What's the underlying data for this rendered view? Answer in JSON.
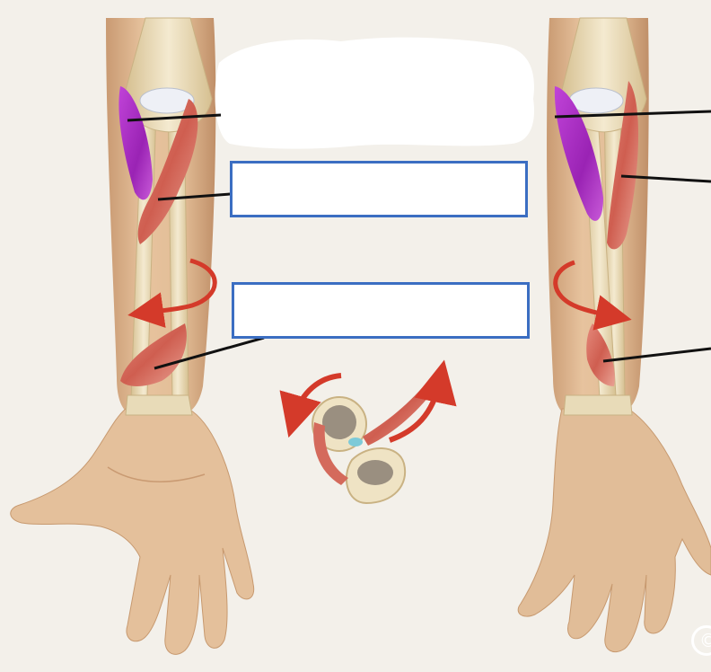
{
  "diagram": {
    "subject": "forearm-pronation-supination",
    "colors": {
      "background": "#f3f0ea",
      "skin": "#e2bd96",
      "skin_shadow": "#c99a72",
      "bone": "#efe3c4",
      "bone_shadow": "#d8c59a",
      "muscle_red": "#d46a5c",
      "muscle_highlight": "#f1a596",
      "highlight_muscle": "#b12fc9",
      "arrow_red": "#d43a2a",
      "label_box_border": "#3b6ec2",
      "leader_line": "#111111",
      "redaction_white": "#ffffff"
    },
    "label_boxes": [
      {
        "id": "upper",
        "text": ""
      },
      {
        "id": "lower",
        "text": ""
      }
    ],
    "copyright_symbol": "©"
  }
}
